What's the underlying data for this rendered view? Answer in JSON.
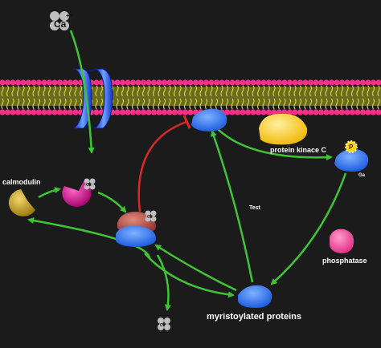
{
  "labels": {
    "ca_ion": "Ca",
    "ca_charge": "++",
    "calmodulin": "calmodulin",
    "protein_kinase_c": "protein kinace C",
    "phosphatase": "phosphatase",
    "myristoylated_proteins": "myristoylated proteins",
    "test": "Test",
    "phospho_mark": "P",
    "small_label": "Ga",
    "ca_on_calmodulin": "Ca",
    "ca_on_complex": "Ca",
    "ca_released": "Ca"
  },
  "colors": {
    "background": "#1b1b1b",
    "membrane_head": "#ff2d8a",
    "membrane_tail": "#c8d23a",
    "channel": "#3a6cff",
    "arrow_green": "#3fc436",
    "arrow_red": "#d62a2a",
    "protein_blue": "#2f78ff",
    "pkc_yellow": "#ffcc33",
    "phosphatase_pink": "#ff4fa0",
    "calmodulin_gold": "#c9a21a",
    "cam_magenta": "#d0108c",
    "complex_red": "#b04848",
    "ion_grey": "#bfbfbf"
  }
}
